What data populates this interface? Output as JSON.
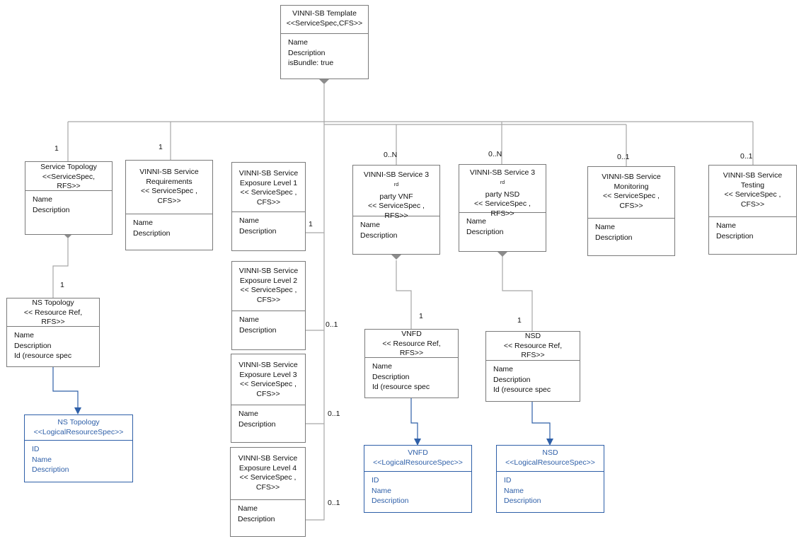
{
  "boxes": {
    "template": {
      "title": [
        "VINNI-SB Template",
        "<<ServiceSpec,CFS>>"
      ],
      "attrs": [
        "Name",
        "Description",
        "isBundle: true"
      ]
    },
    "topology": {
      "title": [
        "Service Topology",
        "<<ServiceSpec,",
        "RFS>>"
      ],
      "attrs": [
        "Name",
        "Description"
      ]
    },
    "requirements": {
      "title": [
        "VINNI-SB Service",
        "Requirements",
        "<< ServiceSpec ,",
        "CFS>>"
      ],
      "attrs": [
        "Name",
        "Description"
      ]
    },
    "exposure1": {
      "title": [
        "VINNI-SB Service",
        "Exposure Level 1",
        "<< ServiceSpec ,",
        "CFS>>"
      ],
      "attrs": [
        "Name",
        "Description"
      ]
    },
    "exposure2": {
      "title": [
        "VINNI-SB Service",
        "Exposure Level 2",
        "<< ServiceSpec ,",
        "CFS>>"
      ],
      "attrs": [
        "Name",
        "Description"
      ]
    },
    "exposure3": {
      "title": [
        "VINNI-SB Service",
        "Exposure Level 3",
        "<< ServiceSpec ,",
        "CFS>>"
      ],
      "attrs": [
        "Name",
        "Description"
      ]
    },
    "exposure4": {
      "title": [
        "VINNI-SB Service",
        "Exposure Level 4",
        "<< ServiceSpec ,",
        "CFS>>"
      ],
      "attrs": [
        "Name",
        "Description"
      ]
    },
    "vnf": {
      "title_a": "VINNI-SB Service 3",
      "title_sup": "rd",
      "title": [
        "party VNF",
        "<< ServiceSpec ,",
        "RFS>>"
      ],
      "attrs": [
        "Name",
        "Description"
      ]
    },
    "nsd_svc": {
      "title_a": "VINNI-SB Service 3",
      "title_sup": "rd",
      "title": [
        "party NSD",
        "<< ServiceSpec ,",
        "RFS>>"
      ],
      "attrs": [
        "Name",
        "Description"
      ]
    },
    "monitoring": {
      "title": [
        "VINNI-SB Service",
        "Monitoring",
        "<< ServiceSpec ,",
        "CFS>>"
      ],
      "attrs": [
        "Name",
        "Description"
      ]
    },
    "testing": {
      "title": [
        "VINNI-SB Service",
        "Testing",
        "<< ServiceSpec ,",
        "CFS>>"
      ],
      "attrs": [
        "Name",
        "Description"
      ]
    },
    "ns_topology": {
      "title": [
        "NS Topology",
        "<< Resource Ref,",
        "RFS>>"
      ],
      "attrs": [
        "Name",
        "Description",
        "Id (resource spec"
      ]
    },
    "vnfd": {
      "title": [
        "VNFD",
        "<< Resource Ref,",
        "RFS>>"
      ],
      "attrs": [
        "Name",
        "Description",
        "Id (resource spec"
      ]
    },
    "nsd": {
      "title": [
        "NSD",
        "<< Resource Ref,",
        "RFS>>"
      ],
      "attrs": [
        "Name",
        "Description",
        "Id (resource spec"
      ]
    },
    "ns_topology_lr": {
      "title": [
        "NS Topology",
        "<<LogicalResourceSpec>>"
      ],
      "attrs": [
        "ID",
        "Name",
        "Description"
      ]
    },
    "vnfd_lr": {
      "title": [
        "VNFD",
        "<<LogicalResourceSpec>>"
      ],
      "attrs": [
        "ID",
        "Name",
        "Description"
      ]
    },
    "nsd_lr": {
      "title": [
        "NSD",
        "<<LogicalResourceSpec>>"
      ],
      "attrs": [
        "ID",
        "Name",
        "Description"
      ]
    }
  },
  "multiplicities": {
    "topology": "1",
    "requirements": "1",
    "vnf": "0..N",
    "nsd_svc": "0..N",
    "monitoring": "0..1",
    "testing": "0..1",
    "exposure1": "1",
    "exposure2": "0..1",
    "exposure3": "0..1",
    "exposure4": "0..1",
    "ns_topology": "1",
    "vnfd": "1",
    "nsd": "1"
  },
  "colors": {
    "line": "#a6a6a6",
    "diamond": "#8c8c8c",
    "blue": "#2e5fa8",
    "border": "#7a7a7a"
  }
}
